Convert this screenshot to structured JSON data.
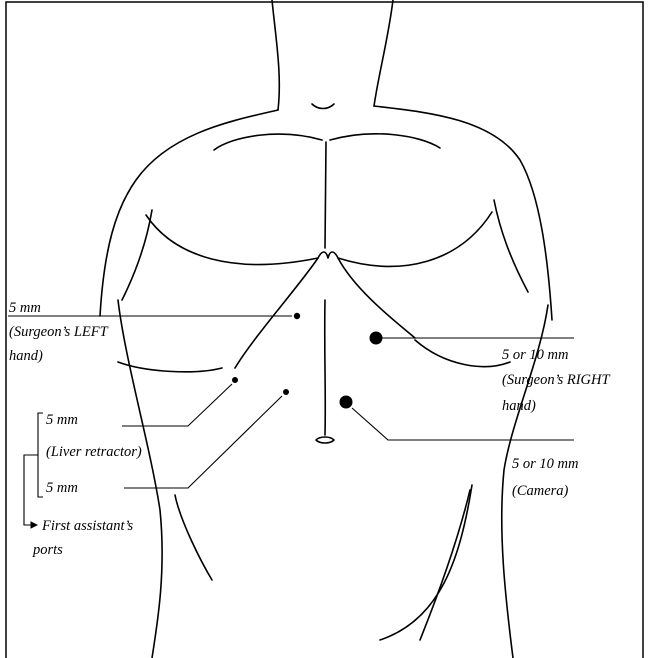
{
  "labels": {
    "left_hand_port": [
      "5 mm",
      "(Surgeon’s LEFT",
      "hand)"
    ],
    "right_hand_port": [
      "5 or 10 mm",
      "(Surgeon’s RIGHT",
      "hand)"
    ],
    "liver_retractor_port": [
      "5 mm",
      "(Liver retractor)"
    ],
    "second_assistant_port": [
      "5 mm"
    ],
    "camera_port": [
      "5 or 10 mm",
      "(Camera)"
    ],
    "first_assistant_ports": [
      "First assistant’s",
      "ports"
    ]
  },
  "colors": {
    "ink": "#000000",
    "background": "#ffffff"
  }
}
